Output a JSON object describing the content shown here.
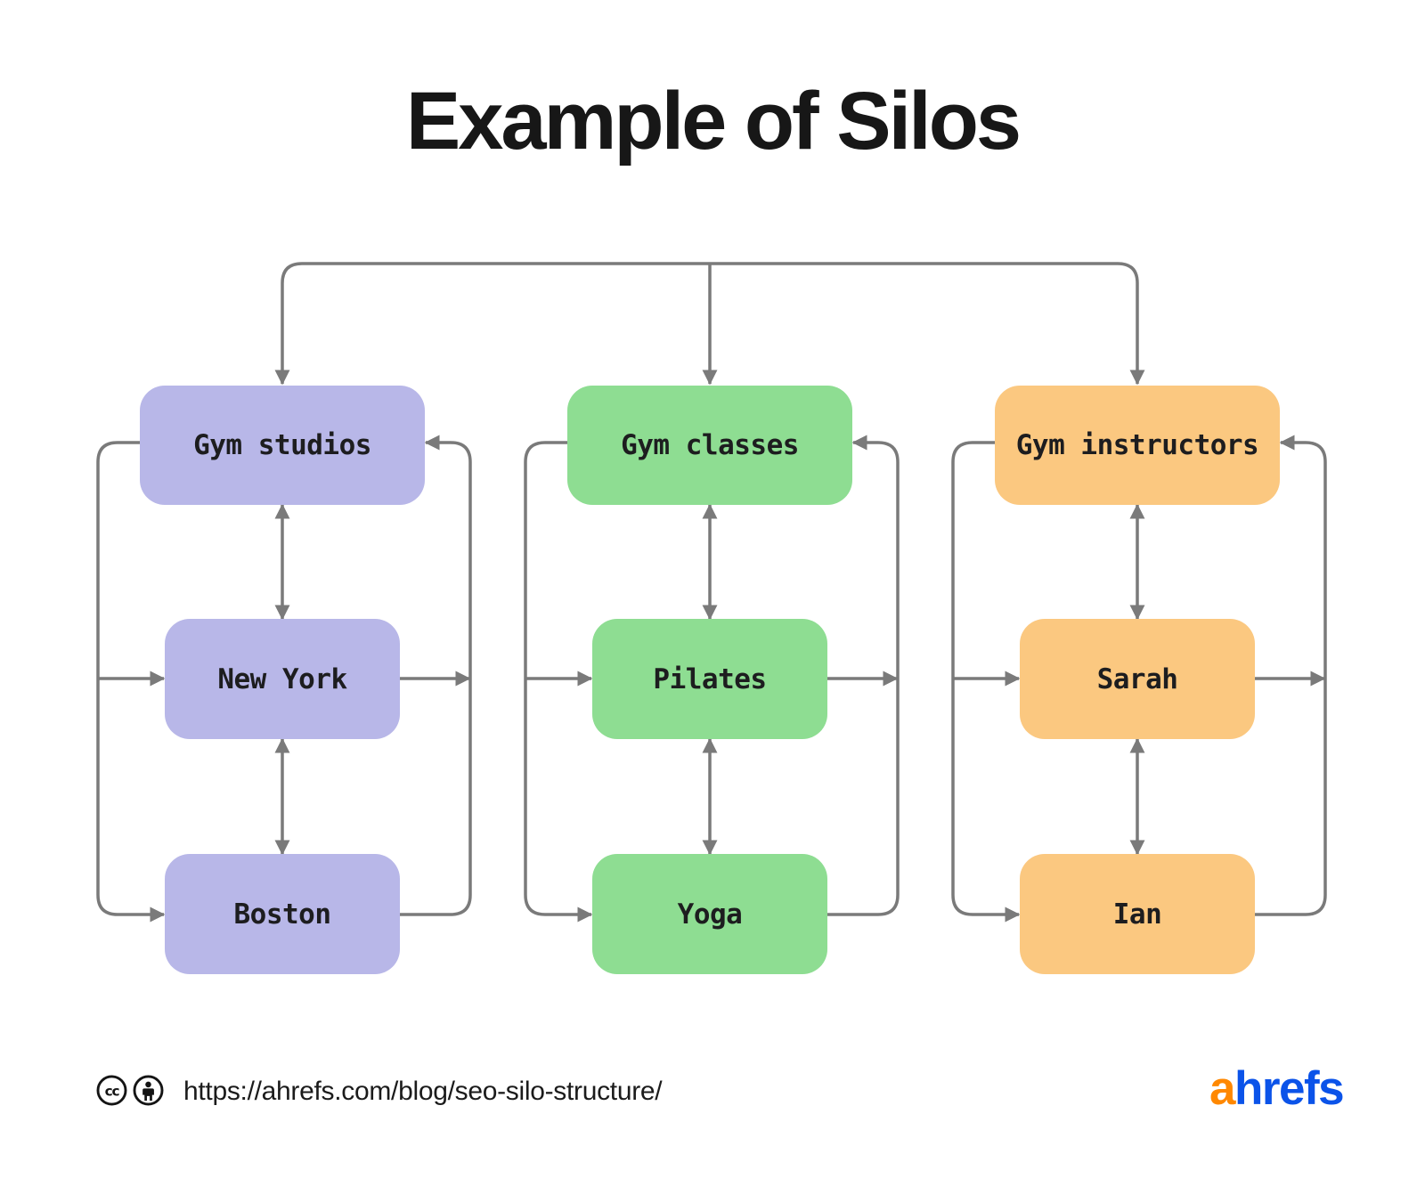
{
  "title": "Example of Silos",
  "diagram": {
    "arrow_color": "#7a7a7a",
    "silos": [
      {
        "header": "Gym studios",
        "children": [
          "New York",
          "Boston"
        ],
        "color": "#b8b7e8"
      },
      {
        "header": "Gym classes",
        "children": [
          "Pilates",
          "Yoga"
        ],
        "color": "#8edd92"
      },
      {
        "header": "Gym instructors",
        "children": [
          "Sarah",
          "Ian"
        ],
        "color": "#fbc880"
      }
    ],
    "connections": {
      "root": "one top line fans out with downward arrows into all three silo headers",
      "per_silo": [
        {
          "from": "header",
          "to": "child_1",
          "style": "bidirectional vertical arrow"
        },
        {
          "from": "child_1",
          "to": "child_2",
          "style": "bidirectional vertical arrow"
        },
        {
          "from": "header",
          "to": [
            "child_1",
            "child_2"
          ],
          "style": "left loop, arrows point into children"
        },
        {
          "from": [
            "child_1",
            "child_2"
          ],
          "to": "header",
          "style": "right loop, arrow points into header"
        }
      ]
    }
  },
  "footer": {
    "cc_icon_label": "cc",
    "source_url": "https://ahrefs.com/blog/seo-silo-structure/",
    "logo": {
      "first": "a",
      "rest": "hrefs",
      "first_color": "#ff8800",
      "rest_color": "#0b53e9"
    }
  }
}
